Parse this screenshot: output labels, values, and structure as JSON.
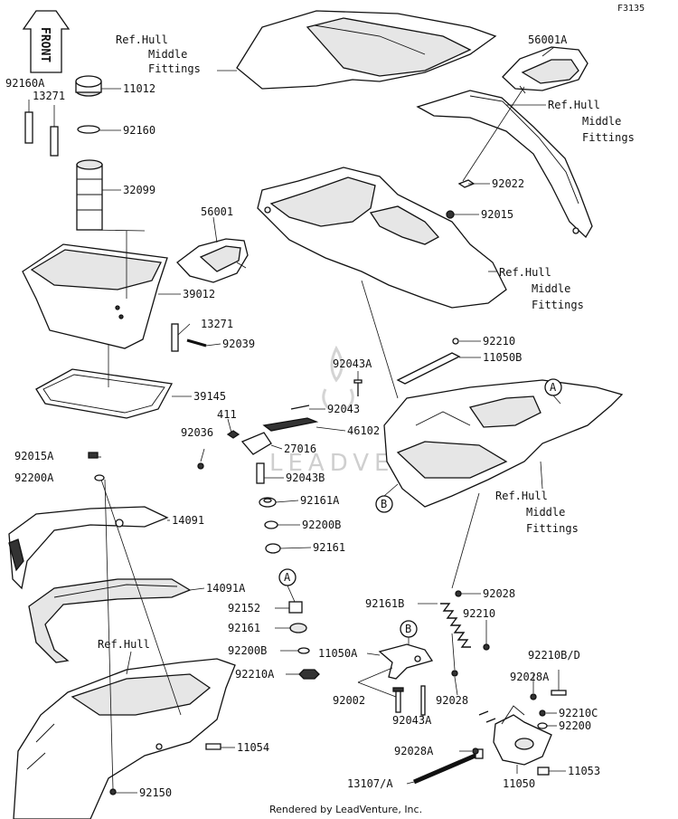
{
  "diagram_code": "F3135",
  "front_label": "FRONT",
  "watermark": "LEADVENTURE",
  "footer": "Rendered by LeadVenture, Inc.",
  "callouts": {
    "A": "A",
    "B": "B"
  },
  "parts": [
    {
      "id": "p56001A",
      "text": "56001A"
    },
    {
      "id": "p92160A",
      "text": "92160A"
    },
    {
      "id": "p13271a",
      "text": "13271"
    },
    {
      "id": "p11012",
      "text": "11012"
    },
    {
      "id": "p92160",
      "text": "92160"
    },
    {
      "id": "p32099",
      "text": "32099"
    },
    {
      "id": "p56001",
      "text": "56001"
    },
    {
      "id": "p39012",
      "text": "39012"
    },
    {
      "id": "p13271b",
      "text": "13271"
    },
    {
      "id": "p92039",
      "text": "92039"
    },
    {
      "id": "p39145",
      "text": "39145"
    },
    {
      "id": "p92022",
      "text": "92022"
    },
    {
      "id": "p92015",
      "text": "92015"
    },
    {
      "id": "p92210a",
      "text": "92210"
    },
    {
      "id": "p11050B",
      "text": "11050B"
    },
    {
      "id": "p92043A1",
      "text": "92043A"
    },
    {
      "id": "p411",
      "text": "411"
    },
    {
      "id": "p92043",
      "text": "92043"
    },
    {
      "id": "p92036",
      "text": "92036"
    },
    {
      "id": "p46102",
      "text": "46102"
    },
    {
      "id": "p27016",
      "text": "27016"
    },
    {
      "id": "p92043B",
      "text": "92043B"
    },
    {
      "id": "p92015A",
      "text": "92015A"
    },
    {
      "id": "p92200A",
      "text": "92200A"
    },
    {
      "id": "p92161A",
      "text": "92161A"
    },
    {
      "id": "p92200B1",
      "text": "92200B"
    },
    {
      "id": "p92161a",
      "text": "92161"
    },
    {
      "id": "p14091",
      "text": "14091"
    },
    {
      "id": "p14091A",
      "text": "14091A"
    },
    {
      "id": "p92152",
      "text": "92152"
    },
    {
      "id": "p92161b",
      "text": "92161"
    },
    {
      "id": "p92200B2",
      "text": "92200B"
    },
    {
      "id": "p92210A",
      "text": "92210A"
    },
    {
      "id": "p92161B",
      "text": "92161B"
    },
    {
      "id": "p92028a",
      "text": "92028"
    },
    {
      "id": "p92210b",
      "text": "92210"
    },
    {
      "id": "p11050A",
      "text": "11050A"
    },
    {
      "id": "p92210BD",
      "text": "92210B/D"
    },
    {
      "id": "p92028A1",
      "text": "92028A"
    },
    {
      "id": "p92002",
      "text": "92002"
    },
    {
      "id": "p92028b",
      "text": "92028"
    },
    {
      "id": "p92043A2",
      "text": "92043A"
    },
    {
      "id": "p92210C",
      "text": "92210C"
    },
    {
      "id": "p92200",
      "text": "92200"
    },
    {
      "id": "p11054",
      "text": "11054"
    },
    {
      "id": "p92028A2",
      "text": "92028A"
    },
    {
      "id": "p11053",
      "text": "11053"
    },
    {
      "id": "p13107A",
      "text": "13107/A"
    },
    {
      "id": "p11050",
      "text": "11050"
    },
    {
      "id": "p92150",
      "text": "92150"
    }
  ],
  "references": [
    {
      "id": "r1",
      "lines": [
        "Ref.Hull",
        "Middle",
        "Fittings"
      ]
    },
    {
      "id": "r2",
      "lines": [
        "Ref.Hull",
        "Middle",
        "Fittings"
      ]
    },
    {
      "id": "r3",
      "lines": [
        "Ref.Hull",
        "Middle",
        "Fittings"
      ]
    },
    {
      "id": "r4",
      "lines": [
        "Ref.Hull",
        "Middle",
        "Fittings"
      ]
    },
    {
      "id": "r5",
      "lines": [
        "Ref.Hull"
      ]
    }
  ]
}
